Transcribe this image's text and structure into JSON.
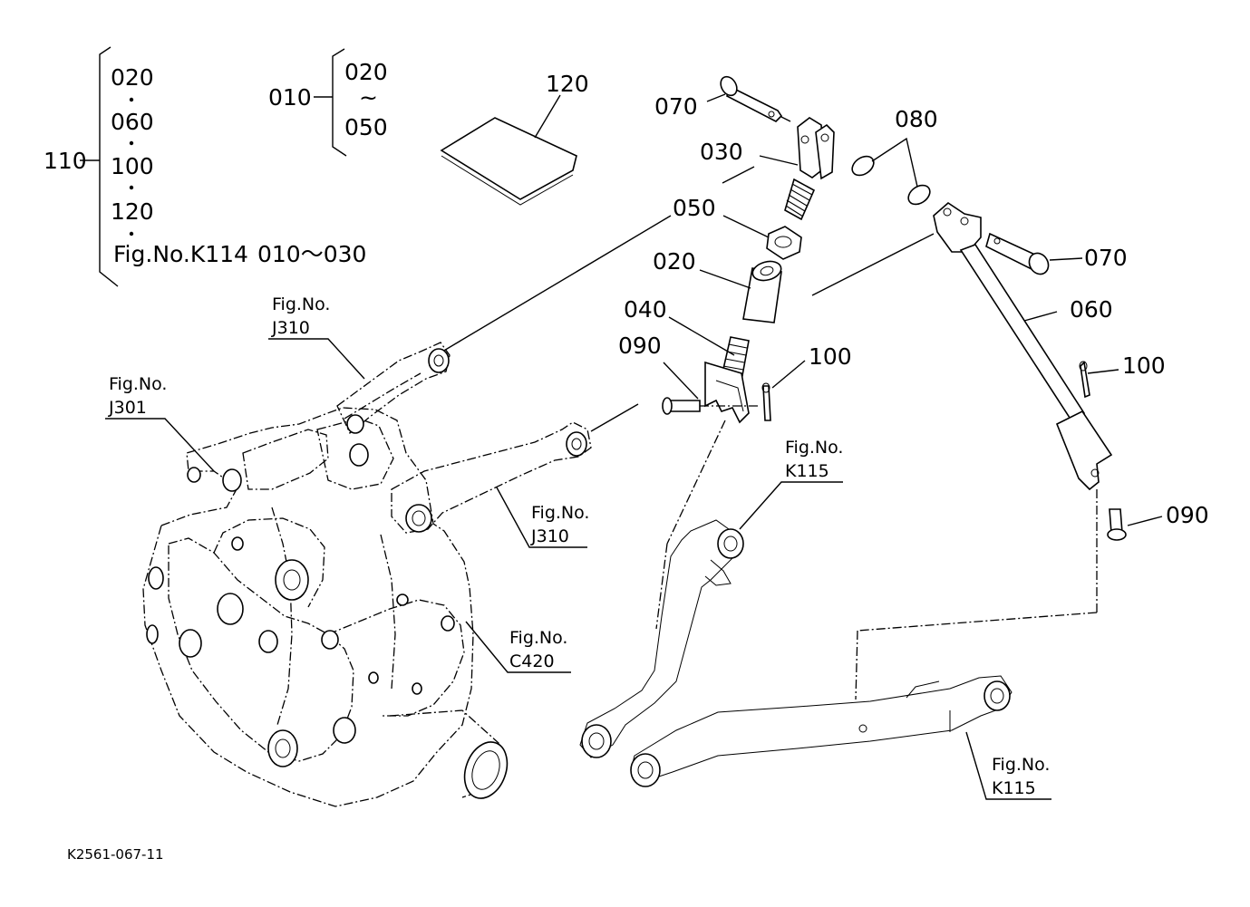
{
  "kit_group": {
    "set_number": "110",
    "members": [
      "020",
      "060",
      "100",
      "120"
    ],
    "figure_ref": "Fig.No.K114",
    "figure_range": "010～030"
  },
  "sub_assembly": {
    "number": "010",
    "from": "020",
    "tilde": "~",
    "to": "050"
  },
  "parts": {
    "p120": "120",
    "p070_top": "070",
    "p030": "030",
    "p080": "080",
    "p050": "050",
    "p020": "020",
    "p040": "040",
    "p090_left": "090",
    "p100_left": "100",
    "p070_right": "070",
    "p060": "060",
    "p100_right": "100",
    "p090_right": "090"
  },
  "figure_refs": {
    "j310_top": {
      "line1": "Fig.No.",
      "line2": "J310"
    },
    "j301": {
      "line1": "Fig.No.",
      "line2": "J301"
    },
    "j310_mid": {
      "line1": "Fig.No.",
      "line2": "J310"
    },
    "k115_top": {
      "line1": "Fig.No.",
      "line2": "K115"
    },
    "c420": {
      "line1": "Fig.No.",
      "line2": "C420"
    },
    "k115_bottom": {
      "line1": "Fig.No.",
      "line2": "K115"
    }
  },
  "drawing_code": "K2561-067-11"
}
